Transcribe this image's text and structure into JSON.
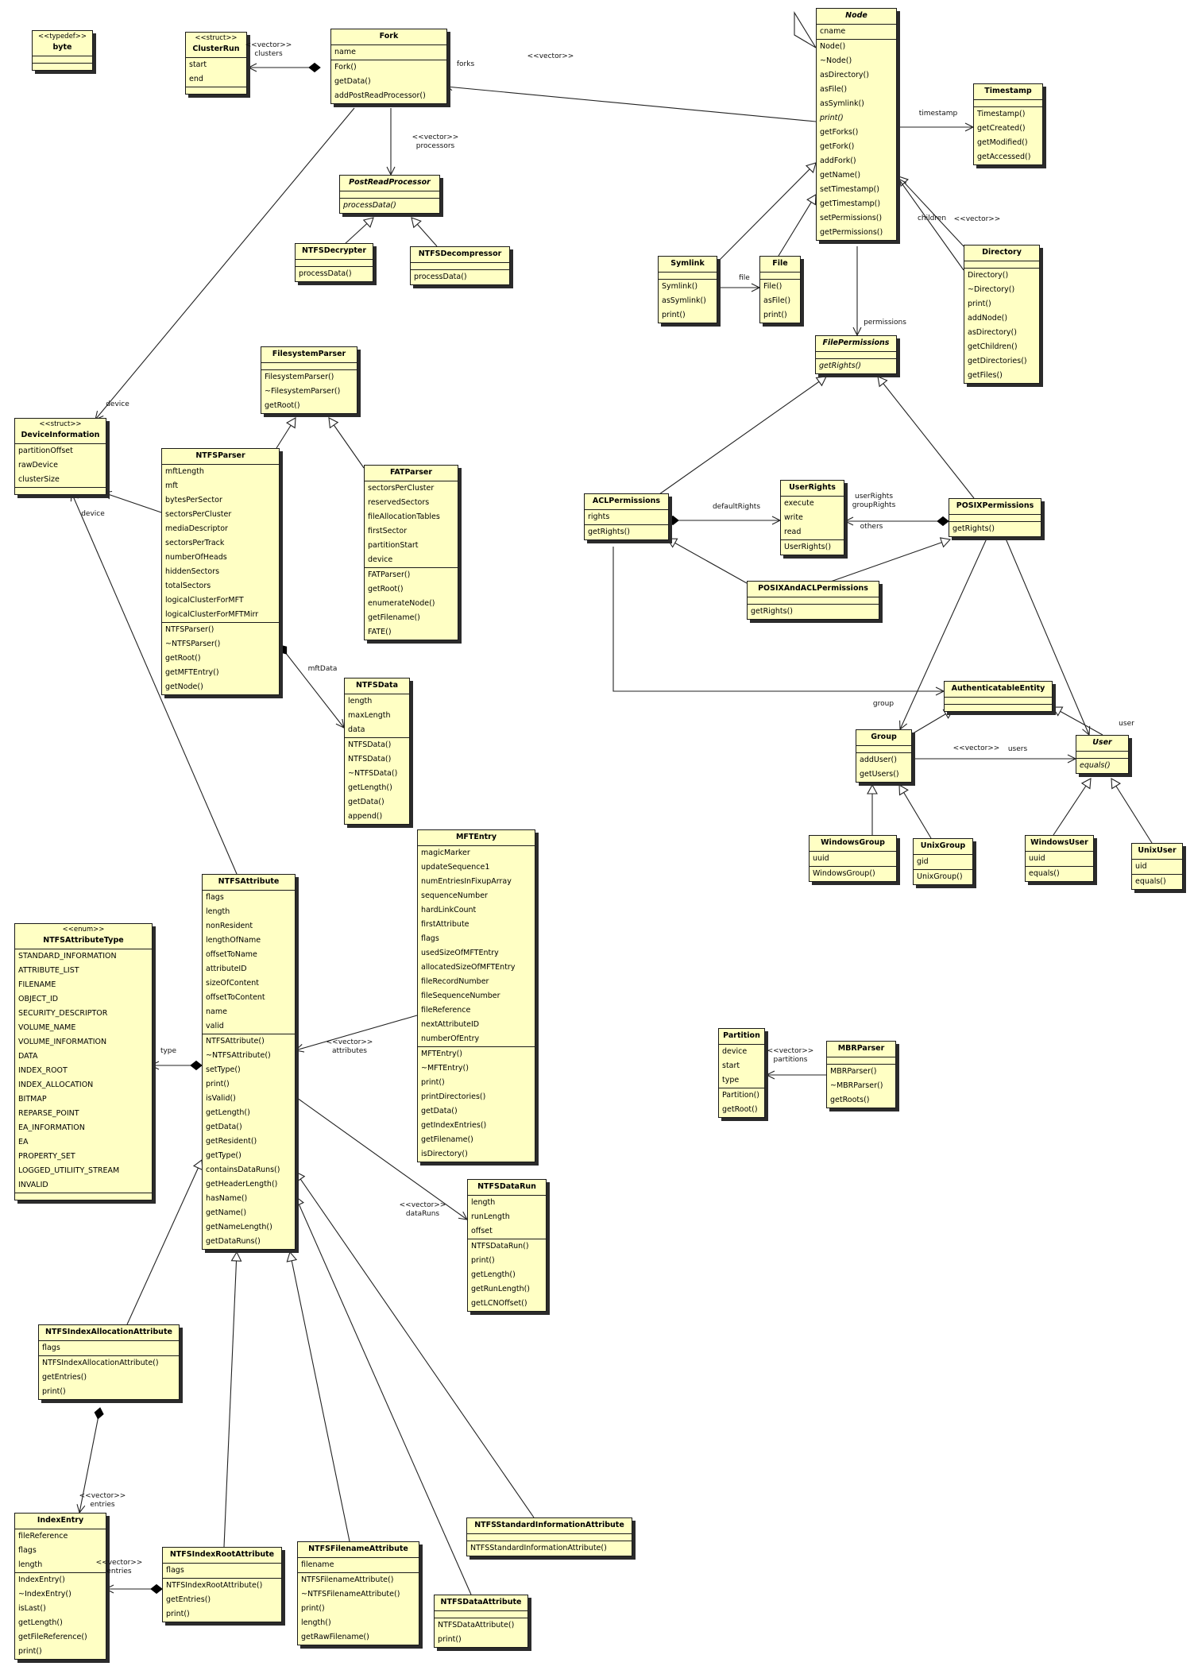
{
  "classes": [
    {
      "id": "byte",
      "stereotype": "<<typedef>>",
      "name": "byte",
      "abstract": false,
      "attributes": [],
      "operations": []
    },
    {
      "id": "clusterrun",
      "stereotype": "<<struct>>",
      "name": "ClusterRun",
      "abstract": false,
      "attributes": [
        "start",
        "end"
      ],
      "operations": []
    },
    {
      "id": "fork",
      "stereotype": "",
      "name": "Fork",
      "abstract": false,
      "attributes": [
        "name"
      ],
      "operations": [
        "Fork()",
        "getData()",
        "addPostReadProcessor()"
      ]
    },
    {
      "id": "node",
      "stereotype": "",
      "name": "Node",
      "abstract": true,
      "attributes": [
        "cname"
      ],
      "operations": [
        "Node()",
        "~Node()",
        "asDirectory()",
        "asFile()",
        "asSymlink()",
        "print()",
        "getForks()",
        "getFork()",
        "addFork()",
        "getName()",
        "setTimestamp()",
        "getTimestamp()",
        "setPermissions()",
        "getPermissions()"
      ],
      "abstract_ops": [
        5
      ]
    },
    {
      "id": "timestamp",
      "stereotype": "",
      "name": "Timestamp",
      "abstract": false,
      "attributes": [],
      "operations": [
        "Timestamp()",
        "getCreated()",
        "getModified()",
        "getAccessed()"
      ]
    },
    {
      "id": "postreadprocessor",
      "stereotype": "",
      "name": "PostReadProcessor",
      "abstract": true,
      "attributes": [],
      "operations": [
        "processData()"
      ],
      "abstract_ops": [
        0
      ]
    },
    {
      "id": "ntfsdecrypter",
      "stereotype": "",
      "name": "NTFSDecrypter",
      "abstract": false,
      "attributes": [],
      "operations": [
        "processData()"
      ]
    },
    {
      "id": "ntfsdecompressor",
      "stereotype": "",
      "name": "NTFSDecompressor",
      "abstract": false,
      "attributes": [],
      "operations": [
        "processData()"
      ]
    },
    {
      "id": "symlink",
      "stereotype": "",
      "name": "Symlink",
      "abstract": false,
      "attributes": [],
      "operations": [
        "Symlink()",
        "asSymlink()",
        "print()"
      ]
    },
    {
      "id": "file",
      "stereotype": "",
      "name": "File",
      "abstract": false,
      "attributes": [],
      "operations": [
        "File()",
        "asFile()",
        "print()"
      ]
    },
    {
      "id": "directory",
      "stereotype": "",
      "name": "Directory",
      "abstract": false,
      "attributes": [],
      "operations": [
        "Directory()",
        "~Directory()",
        "print()",
        "addNode()",
        "asDirectory()",
        "getChildren()",
        "getDirectories()",
        "getFiles()"
      ]
    },
    {
      "id": "filepermissions",
      "stereotype": "",
      "name": "FilePermissions",
      "abstract": true,
      "attributes": [],
      "operations": [
        "getRights()"
      ],
      "abstract_ops": [
        0
      ]
    },
    {
      "id": "filesystemparser",
      "stereotype": "",
      "name": "FilesystemParser",
      "abstract": false,
      "attributes": [],
      "operations": [
        "FilesystemParser()",
        "~FilesystemParser()",
        "getRoot()"
      ]
    },
    {
      "id": "deviceinformation",
      "stereotype": "<<struct>>",
      "name": "DeviceInformation",
      "abstract": false,
      "attributes": [
        "partitionOffset",
        "rawDevice",
        "clusterSize"
      ],
      "operations": []
    },
    {
      "id": "ntfsparser",
      "stereotype": "",
      "name": "NTFSParser",
      "abstract": false,
      "attributes": [
        "mftLength",
        "mft",
        "bytesPerSector",
        "sectorsPerCluster",
        "mediaDescriptor",
        "sectorsPerTrack",
        "numberOfHeads",
        "hiddenSectors",
        "totalSectors",
        "logicalClusterForMFT",
        "logicalClusterForMFTMirr"
      ],
      "operations": [
        "NTFSParser()",
        "~NTFSParser()",
        "getRoot()",
        "getMFTEntry()",
        "getNode()"
      ]
    },
    {
      "id": "fatparser",
      "stereotype": "",
      "name": "FATParser",
      "abstract": false,
      "attributes": [
        "sectorsPerCluster",
        "reservedSectors",
        "fileAllocationTables",
        "firstSector",
        "partitionStart",
        "device"
      ],
      "operations": [
        "FATParser()",
        "getRoot()",
        "enumerateNode()",
        "getFilename()",
        "FATE()"
      ]
    },
    {
      "id": "aclpermissions",
      "stereotype": "",
      "name": "ACLPermissions",
      "abstract": false,
      "attributes": [
        "rights"
      ],
      "operations": [
        "getRights()"
      ]
    },
    {
      "id": "userrights",
      "stereotype": "",
      "name": "UserRights",
      "abstract": false,
      "attributes": [
        "execute",
        "write",
        "read"
      ],
      "operations": [
        "UserRights()"
      ]
    },
    {
      "id": "posixpermissions",
      "stereotype": "",
      "name": "POSIXPermissions",
      "abstract": false,
      "attributes": [],
      "operations": [
        "getRights()"
      ]
    },
    {
      "id": "posixandacl",
      "stereotype": "",
      "name": "POSIXAndACLPermissions",
      "abstract": false,
      "attributes": [],
      "operations": [
        "getRights()"
      ]
    },
    {
      "id": "ntfsdata",
      "stereotype": "",
      "name": "NTFSData",
      "abstract": false,
      "attributes": [
        "length",
        "maxLength",
        "data"
      ],
      "operations": [
        "NTFSData()",
        "NTFSData()",
        "~NTFSData()",
        "getLength()",
        "getData()",
        "append()"
      ]
    },
    {
      "id": "authenticatable",
      "stereotype": "",
      "name": "AuthenticatableEntity",
      "abstract": false,
      "attributes": [],
      "operations": []
    },
    {
      "id": "group",
      "stereotype": "",
      "name": "Group",
      "abstract": false,
      "attributes": [],
      "operations": [
        "addUser()",
        "getUsers()"
      ]
    },
    {
      "id": "user",
      "stereotype": "",
      "name": "User",
      "abstract": true,
      "attributes": [],
      "operations": [
        "equals()"
      ],
      "abstract_ops": [
        0
      ]
    },
    {
      "id": "windowsgroup",
      "stereotype": "",
      "name": "WindowsGroup",
      "abstract": false,
      "attributes": [
        "uuid"
      ],
      "operations": [
        "WindowsGroup()"
      ]
    },
    {
      "id": "unixgroup",
      "stereotype": "",
      "name": "UnixGroup",
      "abstract": false,
      "attributes": [
        "gid"
      ],
      "operations": [
        "UnixGroup()"
      ]
    },
    {
      "id": "windowsuser",
      "stereotype": "",
      "name": "WindowsUser",
      "abstract": false,
      "attributes": [
        "uuid"
      ],
      "operations": [
        "equals()"
      ]
    },
    {
      "id": "unixuser",
      "stereotype": "",
      "name": "UnixUser",
      "abstract": false,
      "attributes": [
        "uid"
      ],
      "operations": [
        "equals()"
      ]
    },
    {
      "id": "mftentry",
      "stereotype": "",
      "name": "MFTEntry",
      "abstract": false,
      "attributes": [
        "magicMarker",
        "updateSequence1",
        "numEntriesInFixupArray",
        "sequenceNumber",
        "hardLinkCount",
        "firstAttribute",
        "flags",
        "usedSizeOfMFTEntry",
        "allocatedSizeOfMFTEntry",
        "fileRecordNumber",
        "fileSequenceNumber",
        "fileReference",
        "nextAttributeID",
        "numberOfEntry"
      ],
      "operations": [
        "MFTEntry()",
        "~MFTEntry()",
        "print()",
        "printDirectories()",
        "getData()",
        "getIndexEntries()",
        "getFilename()",
        "isDirectory()"
      ]
    },
    {
      "id": "ntfsattribute",
      "stereotype": "",
      "name": "NTFSAttribute",
      "abstract": false,
      "attributes": [
        "flags",
        "length",
        "nonResident",
        "lengthOfName",
        "offsetToName",
        "attributeID",
        "sizeOfContent",
        "offsetToContent",
        "name",
        "valid"
      ],
      "operations": [
        "NTFSAttribute()",
        "~NTFSAttribute()",
        "setType()",
        "print()",
        "isValid()",
        "getLength()",
        "getData()",
        "getResident()",
        "getType()",
        "containsDataRuns()",
        "getHeaderLength()",
        "hasName()",
        "getName()",
        "getNameLength()",
        "getDataRuns()"
      ]
    },
    {
      "id": "ntfsattributetype",
      "stereotype": "<<enum>>",
      "name": "NTFSAttributeType",
      "abstract": false,
      "attributes": [
        "STANDARD_INFORMATION",
        "ATTRIBUTE_LIST",
        "FILENAME",
        "OBJECT_ID",
        "SECURITY_DESCRIPTOR",
        "VOLUME_NAME",
        "VOLUME_INFORMATION",
        "DATA",
        "INDEX_ROOT",
        "INDEX_ALLOCATION",
        "BITMAP",
        "REPARSE_POINT",
        "EA_INFORMATION",
        "EA",
        "PROPERTY_SET",
        "LOGGED_UTILIITY_STREAM",
        "INVALID"
      ],
      "operations": []
    },
    {
      "id": "partition",
      "stereotype": "",
      "name": "Partition",
      "abstract": false,
      "attributes": [
        "device",
        "start",
        "type"
      ],
      "operations": [
        "Partition()",
        "getRoot()"
      ]
    },
    {
      "id": "mbrparser",
      "stereotype": "",
      "name": "MBRParser",
      "abstract": false,
      "attributes": [],
      "operations": [
        "MBRParser()",
        "~MBRParser()",
        "getRoots()"
      ]
    },
    {
      "id": "ntfsdatarun",
      "stereotype": "",
      "name": "NTFSDataRun",
      "abstract": false,
      "attributes": [
        "length",
        "runLength",
        "offset"
      ],
      "operations": [
        "NTFSDataRun()",
        "print()",
        "getLength()",
        "getRunLength()",
        "getLCNOffset()"
      ]
    },
    {
      "id": "ntfsindexalloc",
      "stereotype": "",
      "name": "NTFSIndexAllocationAttribute",
      "abstract": false,
      "attributes": [
        "flags"
      ],
      "operations": [
        "NTFSIndexAllocationAttribute()",
        "getEntries()",
        "print()"
      ]
    },
    {
      "id": "indexentry",
      "stereotype": "",
      "name": "IndexEntry",
      "abstract": false,
      "attributes": [
        "fileReference",
        "flags",
        "length"
      ],
      "operations": [
        "IndexEntry()",
        "~IndexEntry()",
        "isLast()",
        "getLength()",
        "getFileReference()",
        "print()"
      ]
    },
    {
      "id": "ntfsindexroot",
      "stereotype": "",
      "name": "NTFSIndexRootAttribute",
      "abstract": false,
      "attributes": [
        "flags"
      ],
      "operations": [
        "NTFSIndexRootAttribute()",
        "getEntries()",
        "print()"
      ]
    },
    {
      "id": "ntfsfilename",
      "stereotype": "",
      "name": "NTFSFilenameAttribute",
      "abstract": false,
      "attributes": [
        "filename"
      ],
      "operations": [
        "NTFSFilenameAttribute()",
        "~NTFSFilenameAttribute()",
        "print()",
        "length()",
        "getRawFilename()"
      ]
    },
    {
      "id": "ntfsdataattr",
      "stereotype": "",
      "name": "NTFSDataAttribute",
      "abstract": false,
      "attributes": [],
      "operations": [
        "NTFSDataAttribute()",
        "print()"
      ]
    },
    {
      "id": "ntfsstdinfo",
      "stereotype": "",
      "name": "NTFSStandardInformationAttribute",
      "abstract": false,
      "attributes": [],
      "operations": [
        "NTFSStandardInformationAttribute()"
      ]
    }
  ],
  "labels": [
    {
      "id": "l-clusters",
      "text": "<<vector>>\nclusters"
    },
    {
      "id": "l-forks",
      "text": "forks"
    },
    {
      "id": "l-forks-vec",
      "text": "<<vector>>"
    },
    {
      "id": "l-processors",
      "text": "<<vector>>\nprocessors"
    },
    {
      "id": "l-timestamp",
      "text": "timestamp"
    },
    {
      "id": "l-children",
      "text": "children"
    },
    {
      "id": "l-children-vec",
      "text": "<<vector>>"
    },
    {
      "id": "l-file",
      "text": "file"
    },
    {
      "id": "l-permissions",
      "text": "permissions"
    },
    {
      "id": "l-device1",
      "text": "device"
    },
    {
      "id": "l-device2",
      "text": "device"
    },
    {
      "id": "l-defaultrights",
      "text": "defaultRights"
    },
    {
      "id": "l-userrights",
      "text": "userRights\ngroupRights"
    },
    {
      "id": "l-others",
      "text": "others"
    },
    {
      "id": "l-mftdata",
      "text": "mftData"
    },
    {
      "id": "l-group",
      "text": "group"
    },
    {
      "id": "l-user",
      "text": "user"
    },
    {
      "id": "l-users-vec",
      "text": "<<vector>>"
    },
    {
      "id": "l-users",
      "text": "users"
    },
    {
      "id": "l-attributes",
      "text": "<<vector>>\nattributes"
    },
    {
      "id": "l-type",
      "text": "type"
    },
    {
      "id": "l-partitions",
      "text": "<<vector>>\npartitions"
    },
    {
      "id": "l-dataruns",
      "text": "<<vector>>\ndataRuns"
    },
    {
      "id": "l-entries1",
      "text": "<<vector>>\nentries"
    },
    {
      "id": "l-entries2",
      "text": "<<vector>>\nentries"
    }
  ]
}
